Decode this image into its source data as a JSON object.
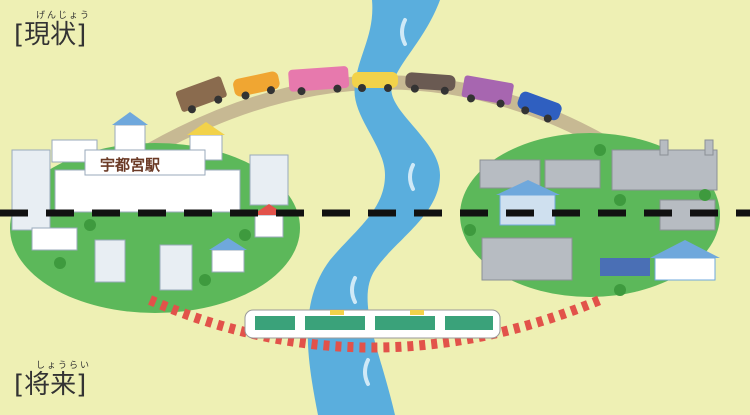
{
  "labels": {
    "current": {
      "ruby": "げんじょう",
      "text": "[現状]"
    },
    "future": {
      "ruby": "しょうらい",
      "text": "[将来]"
    }
  },
  "station_sign": "宇都宮駅",
  "colors": {
    "background": "#eef0b4",
    "river": "#5aaedd",
    "land": "#5cb85a",
    "road": "#c7b993",
    "rail": "#e2524a",
    "divider": "#111111"
  },
  "vehicles": [
    {
      "type": "truck",
      "color": "#8a6b4e"
    },
    {
      "type": "car",
      "color": "#f0a632"
    },
    {
      "type": "bus",
      "color": "#e779ad"
    },
    {
      "type": "car",
      "color": "#f2d24a"
    },
    {
      "type": "car",
      "color": "#6a5a52"
    },
    {
      "type": "truck",
      "color": "#a766b0"
    },
    {
      "type": "car",
      "color": "#2f5fc0"
    }
  ],
  "train": {
    "body_color": "#ffffff",
    "window_color": "#3aa27a",
    "accent_color": "#f2d24a"
  }
}
